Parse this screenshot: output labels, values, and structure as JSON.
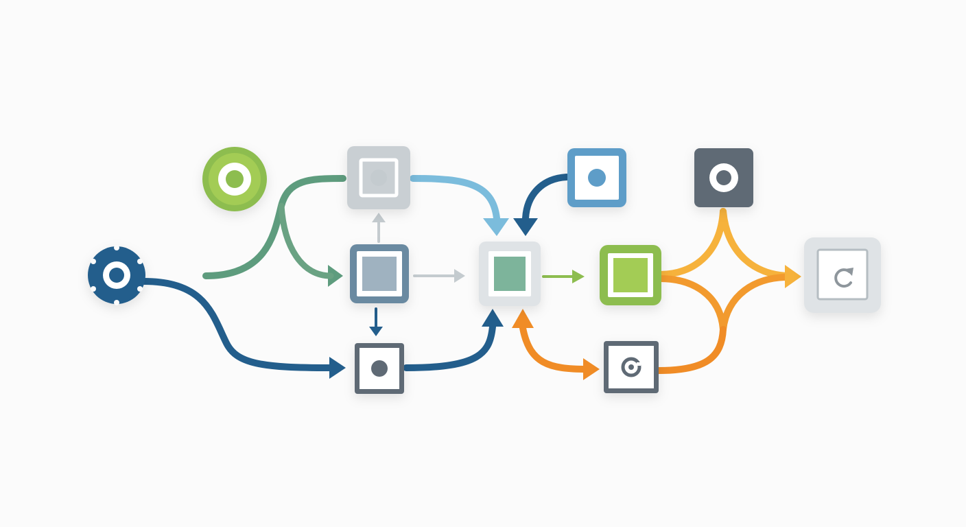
{
  "diagram": {
    "colors": {
      "blue_dark": "#235e8c",
      "blue_light": "#7bbcdc",
      "blue_mid": "#5e9dc8",
      "teal": "#5e9c7e",
      "green": "#8dbd4f",
      "green_light": "#a3cc55",
      "orange": "#f08c26",
      "orange_light": "#f6b23c",
      "gray_slate": "#5f6a75",
      "gray_blue": "#6a8aa1",
      "gray_light": "#c9cfd3",
      "gray_pale": "#dfe3e6",
      "arrow_gray": "#c4cbcf",
      "background": "#fbfbfb"
    },
    "nodes": [
      {
        "id": "start-gear",
        "shape": "gear-circle",
        "icon": "ring-icon"
      },
      {
        "id": "green-target",
        "shape": "circle",
        "icon": "target-icon"
      },
      {
        "id": "top-gray-square",
        "shape": "square",
        "icon": "dot-icon"
      },
      {
        "id": "mid-blue-square",
        "shape": "square",
        "icon": "square-icon"
      },
      {
        "id": "bottom-dark-square",
        "shape": "square",
        "icon": "dot-icon"
      },
      {
        "id": "center-hub",
        "shape": "square",
        "icon": "square-icon"
      },
      {
        "id": "top-blue-square",
        "shape": "square",
        "icon": "dot-icon"
      },
      {
        "id": "green-square",
        "shape": "square",
        "icon": "square-icon"
      },
      {
        "id": "orange-source-square",
        "shape": "square",
        "icon": "cycle-icon"
      },
      {
        "id": "dark-top-square",
        "shape": "square",
        "icon": "ring-icon"
      },
      {
        "id": "end-refresh-square",
        "shape": "square",
        "icon": "refresh-icon"
      }
    ]
  }
}
